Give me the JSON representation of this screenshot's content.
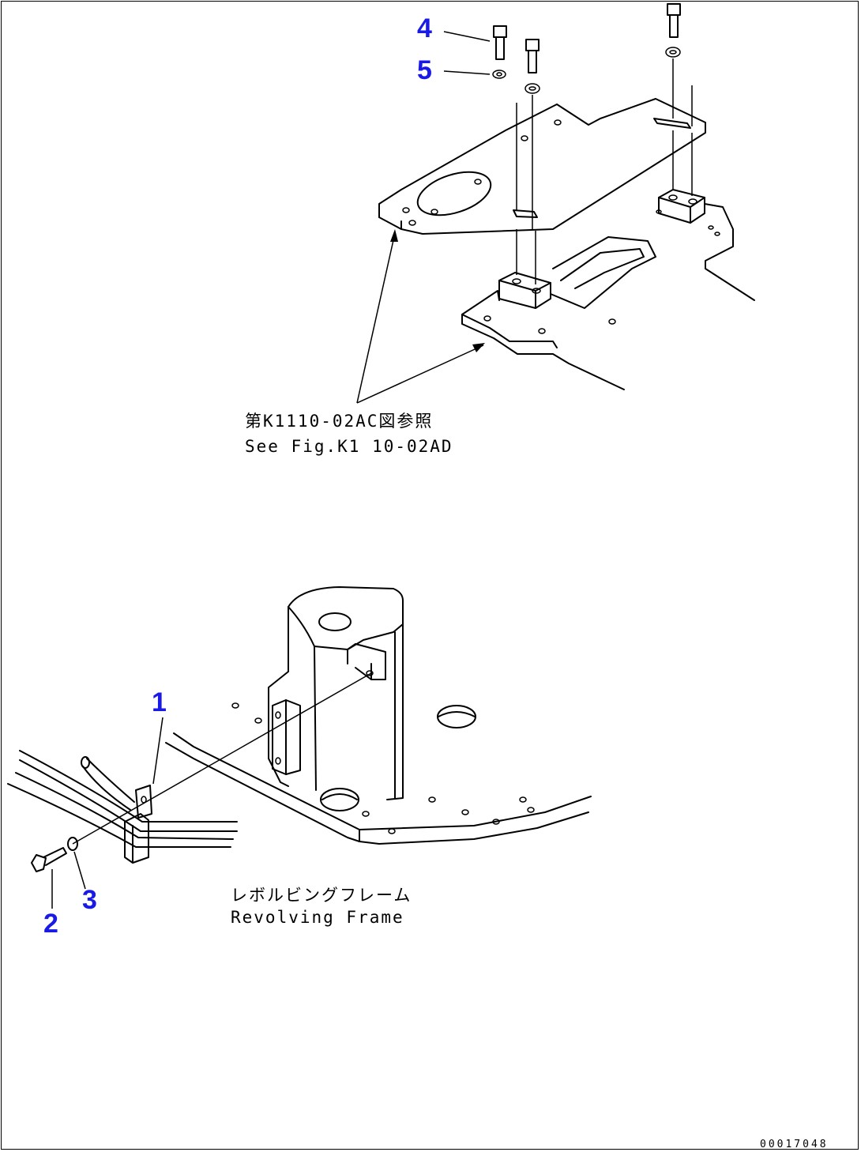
{
  "callouts": {
    "c1": "1",
    "c2": "2",
    "c3": "3",
    "c4": "4",
    "c5": "5"
  },
  "labels": {
    "ref_jp": "第K1110-02AC図参照",
    "ref_en": "See Fig.K1 10-02AD",
    "frame_jp": "レボルビングフレーム",
    "frame_en": "Revolving Frame"
  },
  "drawing_code": "00017048",
  "colors": {
    "callout": "#1a1ae6",
    "line": "#000000",
    "background": "#ffffff"
  }
}
